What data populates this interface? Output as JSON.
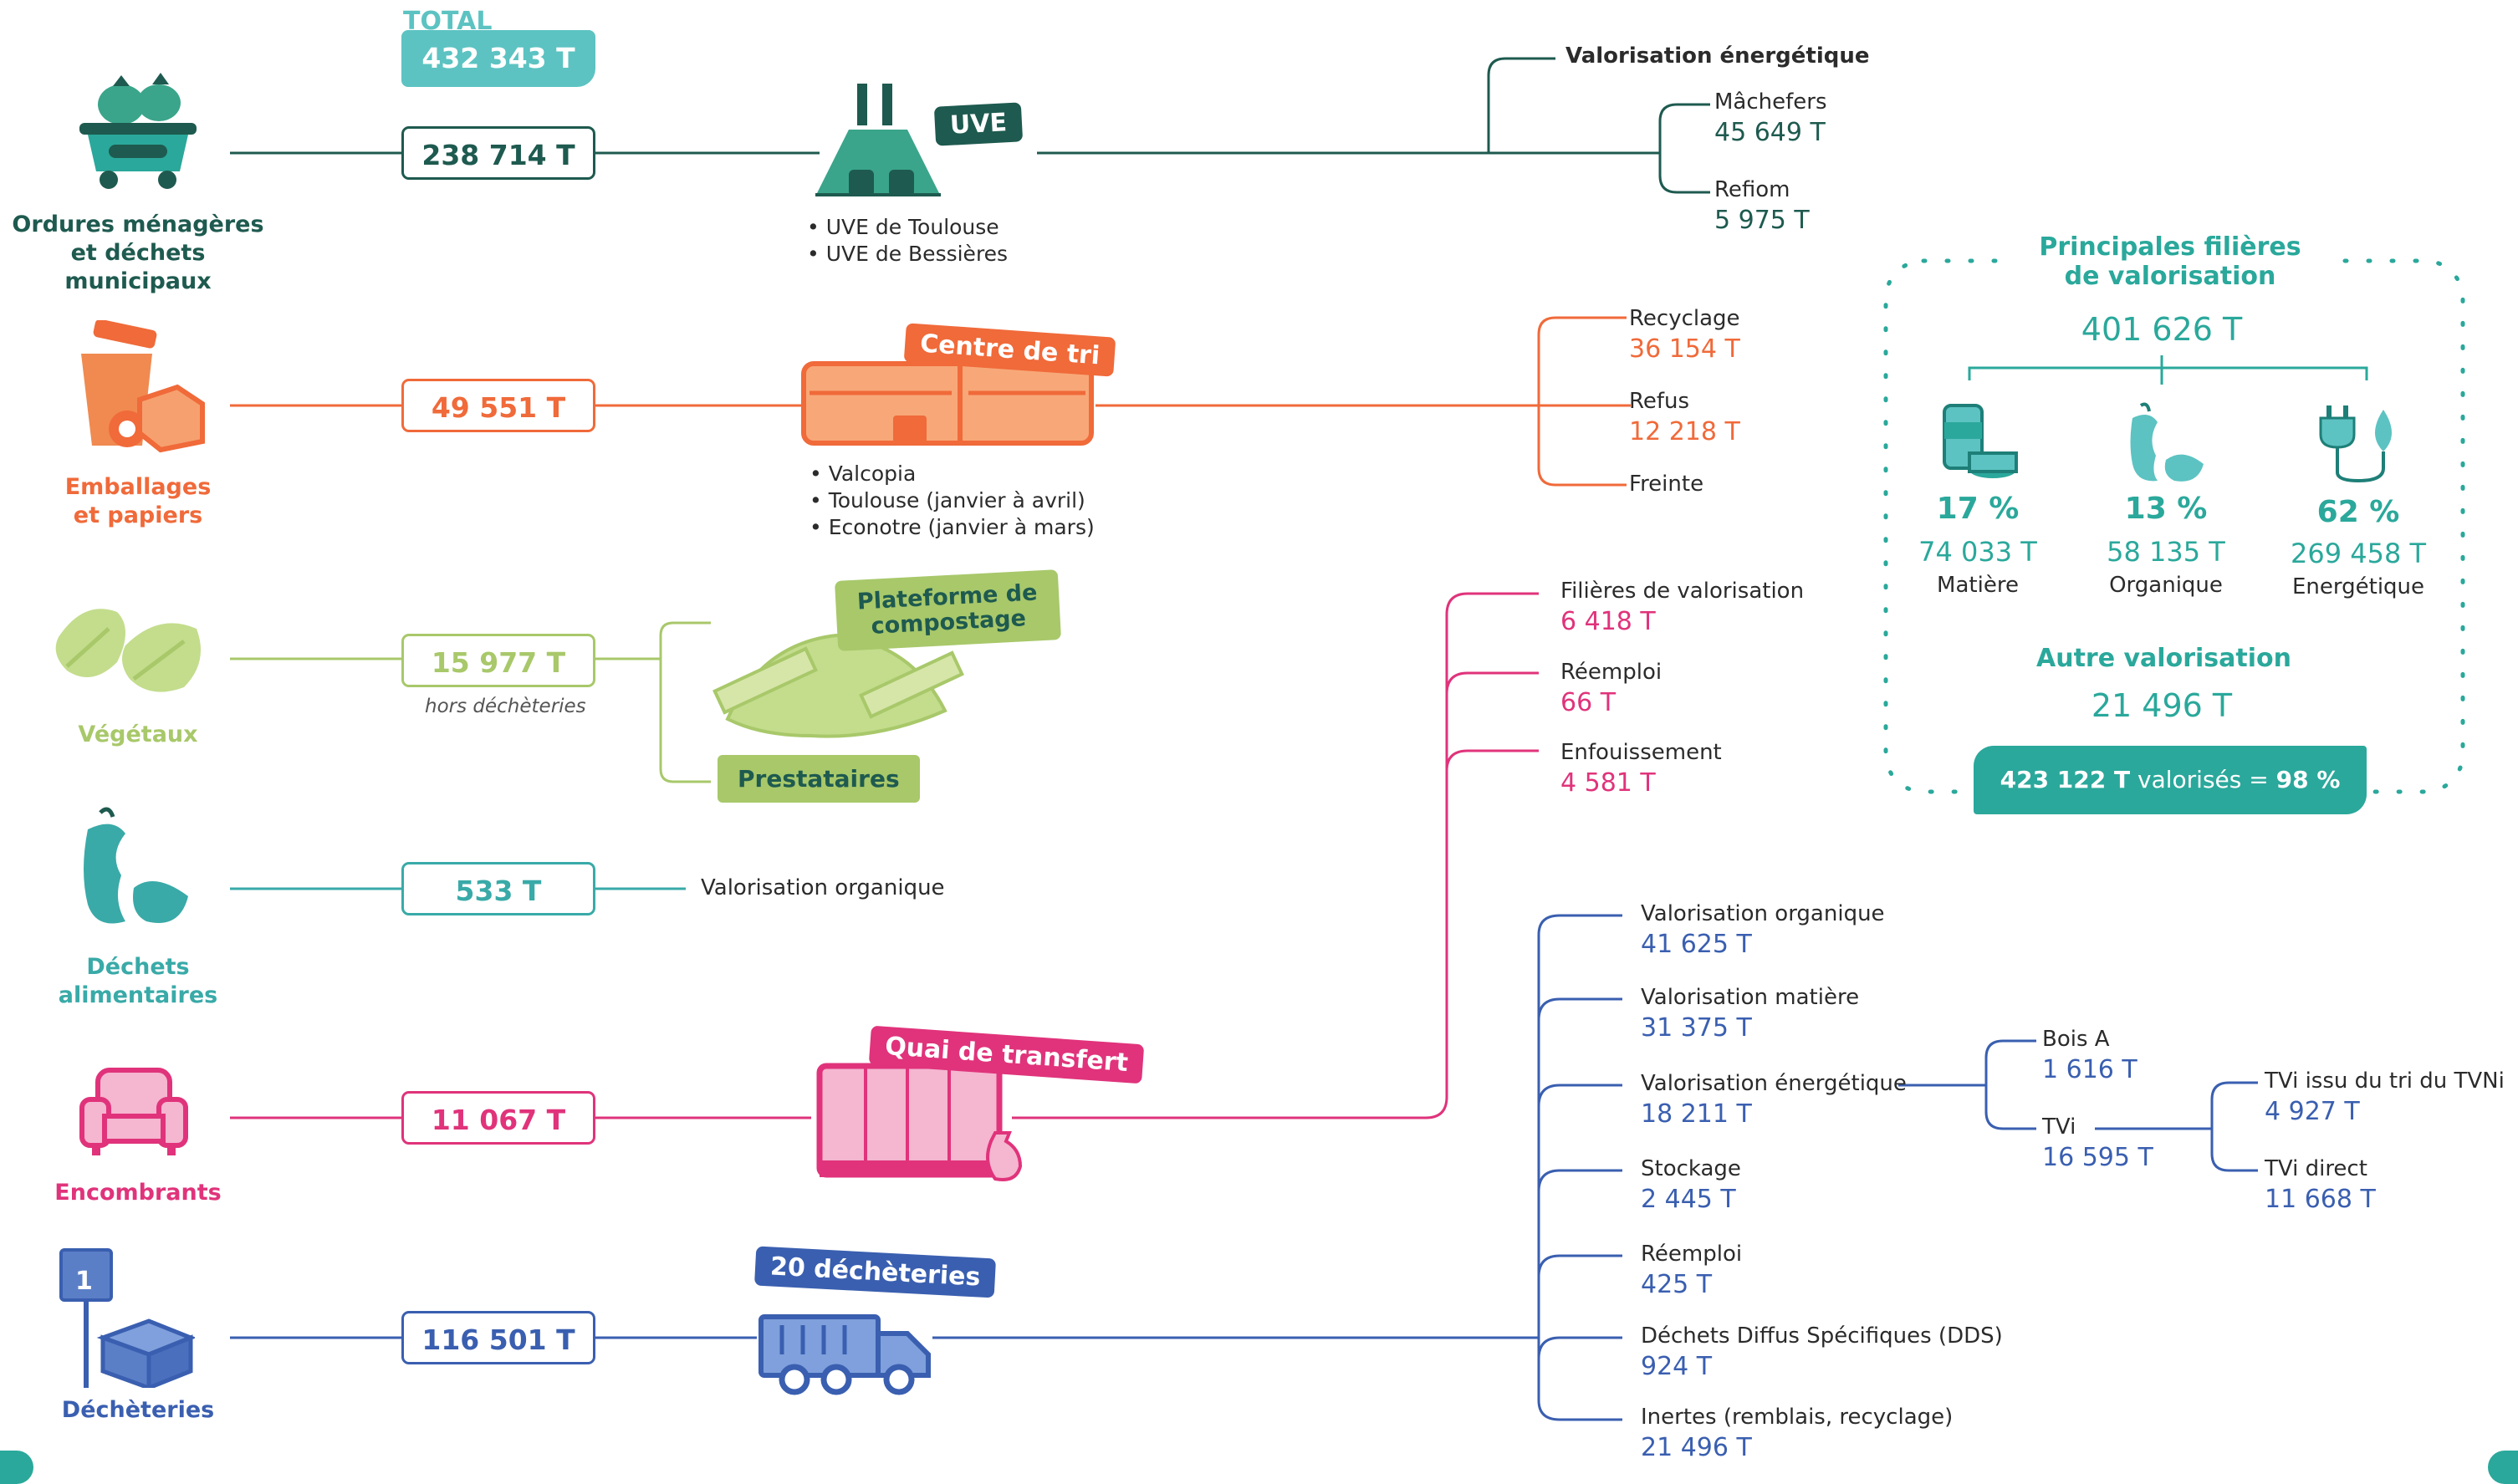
{
  "colors": {
    "dark_green": "#1e5a4f",
    "teal": "#2aa89b",
    "orange": "#f06a3a",
    "light_green": "#a8c86a",
    "food_teal": "#39aaa8",
    "pink": "#e0337b",
    "blue": "#3a5fb0"
  },
  "total": {
    "label": "TOTAL",
    "value": "432 343 T"
  },
  "streams": {
    "om": {
      "label_line1": "Ordures ménagères",
      "label_line2": "et déchets municipaux",
      "tonnage": "238 714 T",
      "icon": "bin-icon"
    },
    "emb": {
      "label_line1": "Emballages",
      "label_line2": "et papiers",
      "tonnage": "49 551 T",
      "icon": "recycling-bin-icon"
    },
    "veg": {
      "label_line1": "Végétaux",
      "tonnage": "15 977 T",
      "note": "hors déchèteries",
      "icon": "leaf-icon"
    },
    "food": {
      "label_line1": "Déchets",
      "label_line2": "alimentaires",
      "tonnage": "533 T",
      "icon": "apple-core-icon"
    },
    "enc": {
      "label_line1": "Encombrants",
      "tonnage": "11 067 T",
      "icon": "armchair-icon"
    },
    "dech": {
      "label_line1": "Déchèteries",
      "tonnage": "116 501 T",
      "icon": "box-sign-icon",
      "sign": "1"
    }
  },
  "facilities": {
    "uve": {
      "tag": "UVE",
      "sites": [
        "• UVE de Toulouse",
        "• UVE de Bessières"
      ]
    },
    "tri": {
      "tag": "Centre de tri",
      "sites": [
        "• Valcopia",
        "• Toulouse (janvier à avril)",
        "• Econotre (janvier à mars)"
      ]
    },
    "compost": {
      "tag_line1": "Plateforme de",
      "tag_line2": "compostage",
      "tag2": "Prestataires"
    },
    "food_dest": "Valorisation organique",
    "quai": {
      "tag": "Quai de transfert"
    },
    "dech": {
      "tag": "20 déchèteries"
    }
  },
  "outputs": {
    "uve": {
      "energy": "Valorisation énergétique",
      "items": [
        {
          "label": "Mâchefers",
          "value": "45 649 T"
        },
        {
          "label": "Refiom",
          "value": "5 975 T"
        }
      ]
    },
    "tri": [
      {
        "label": "Recyclage",
        "value": "36 154 T"
      },
      {
        "label": "Refus",
        "value": "12 218 T"
      },
      {
        "label": "Freinte",
        "value": ""
      }
    ],
    "quai": [
      {
        "label": "Filières de valorisation",
        "value": "6 418 T"
      },
      {
        "label": "Réemploi",
        "value": "66 T"
      },
      {
        "label": "Enfouissement",
        "value": "4 581 T"
      }
    ],
    "dech": [
      {
        "label": "Valorisation organique",
        "value": "41 625 T"
      },
      {
        "label": "Valorisation matière",
        "value": "31 375 T"
      },
      {
        "label": "Valorisation énergétique",
        "value": "18 211 T"
      },
      {
        "label": "Stockage",
        "value": "2 445 T"
      },
      {
        "label": "Réemploi",
        "value": "425 T"
      },
      {
        "label": "Déchets Diffus Spécifiques (DDS)",
        "value": "924 T"
      },
      {
        "label": "Inertes (remblais, recyclage)",
        "value": "21 496 T"
      }
    ],
    "energy_split": [
      {
        "label": "Bois A",
        "value": "1 616 T"
      },
      {
        "label": "TVi",
        "value": "16 595 T"
      }
    ],
    "tvi_split": [
      {
        "label": "TVi issu du tri du TVNi",
        "value": "4 927 T"
      },
      {
        "label": "TVi direct",
        "value": "11 668 T"
      }
    ]
  },
  "summary": {
    "title_line1": "Principales filières",
    "title_line2": "de valorisation",
    "total": "401 626 T",
    "items": [
      {
        "pct": "17 %",
        "value": "74 033 T",
        "label": "Matière",
        "icon": "cans-icon"
      },
      {
        "pct": "13 %",
        "value": "58 135 T",
        "label": "Organique",
        "icon": "compost-icon"
      },
      {
        "pct": "62 %",
        "value": "269 458 T",
        "label": "Energétique",
        "icon": "plug-leaf-icon"
      }
    ],
    "other_title": "Autre valorisation",
    "other_value": "21 496 T",
    "footer_bold": "423 122 T",
    "footer_mid": " valorisés = ",
    "footer_pct": "98 %"
  }
}
